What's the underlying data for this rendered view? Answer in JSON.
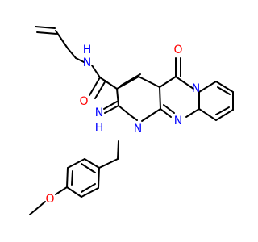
{
  "colors": {
    "bond": "#000000",
    "nitrogen": "#0000ff",
    "oxygen": "#ff0000",
    "background": "#ffffff"
  },
  "atoms": {
    "amide_n": "N",
    "amide_h": "H",
    "amide_o": "O",
    "imine_n": "N",
    "imine_h": "H",
    "ketone_o": "O",
    "ring_n1": "N",
    "ring_n2": "N",
    "ring_n3": "N",
    "methoxy_o": "O"
  }
}
